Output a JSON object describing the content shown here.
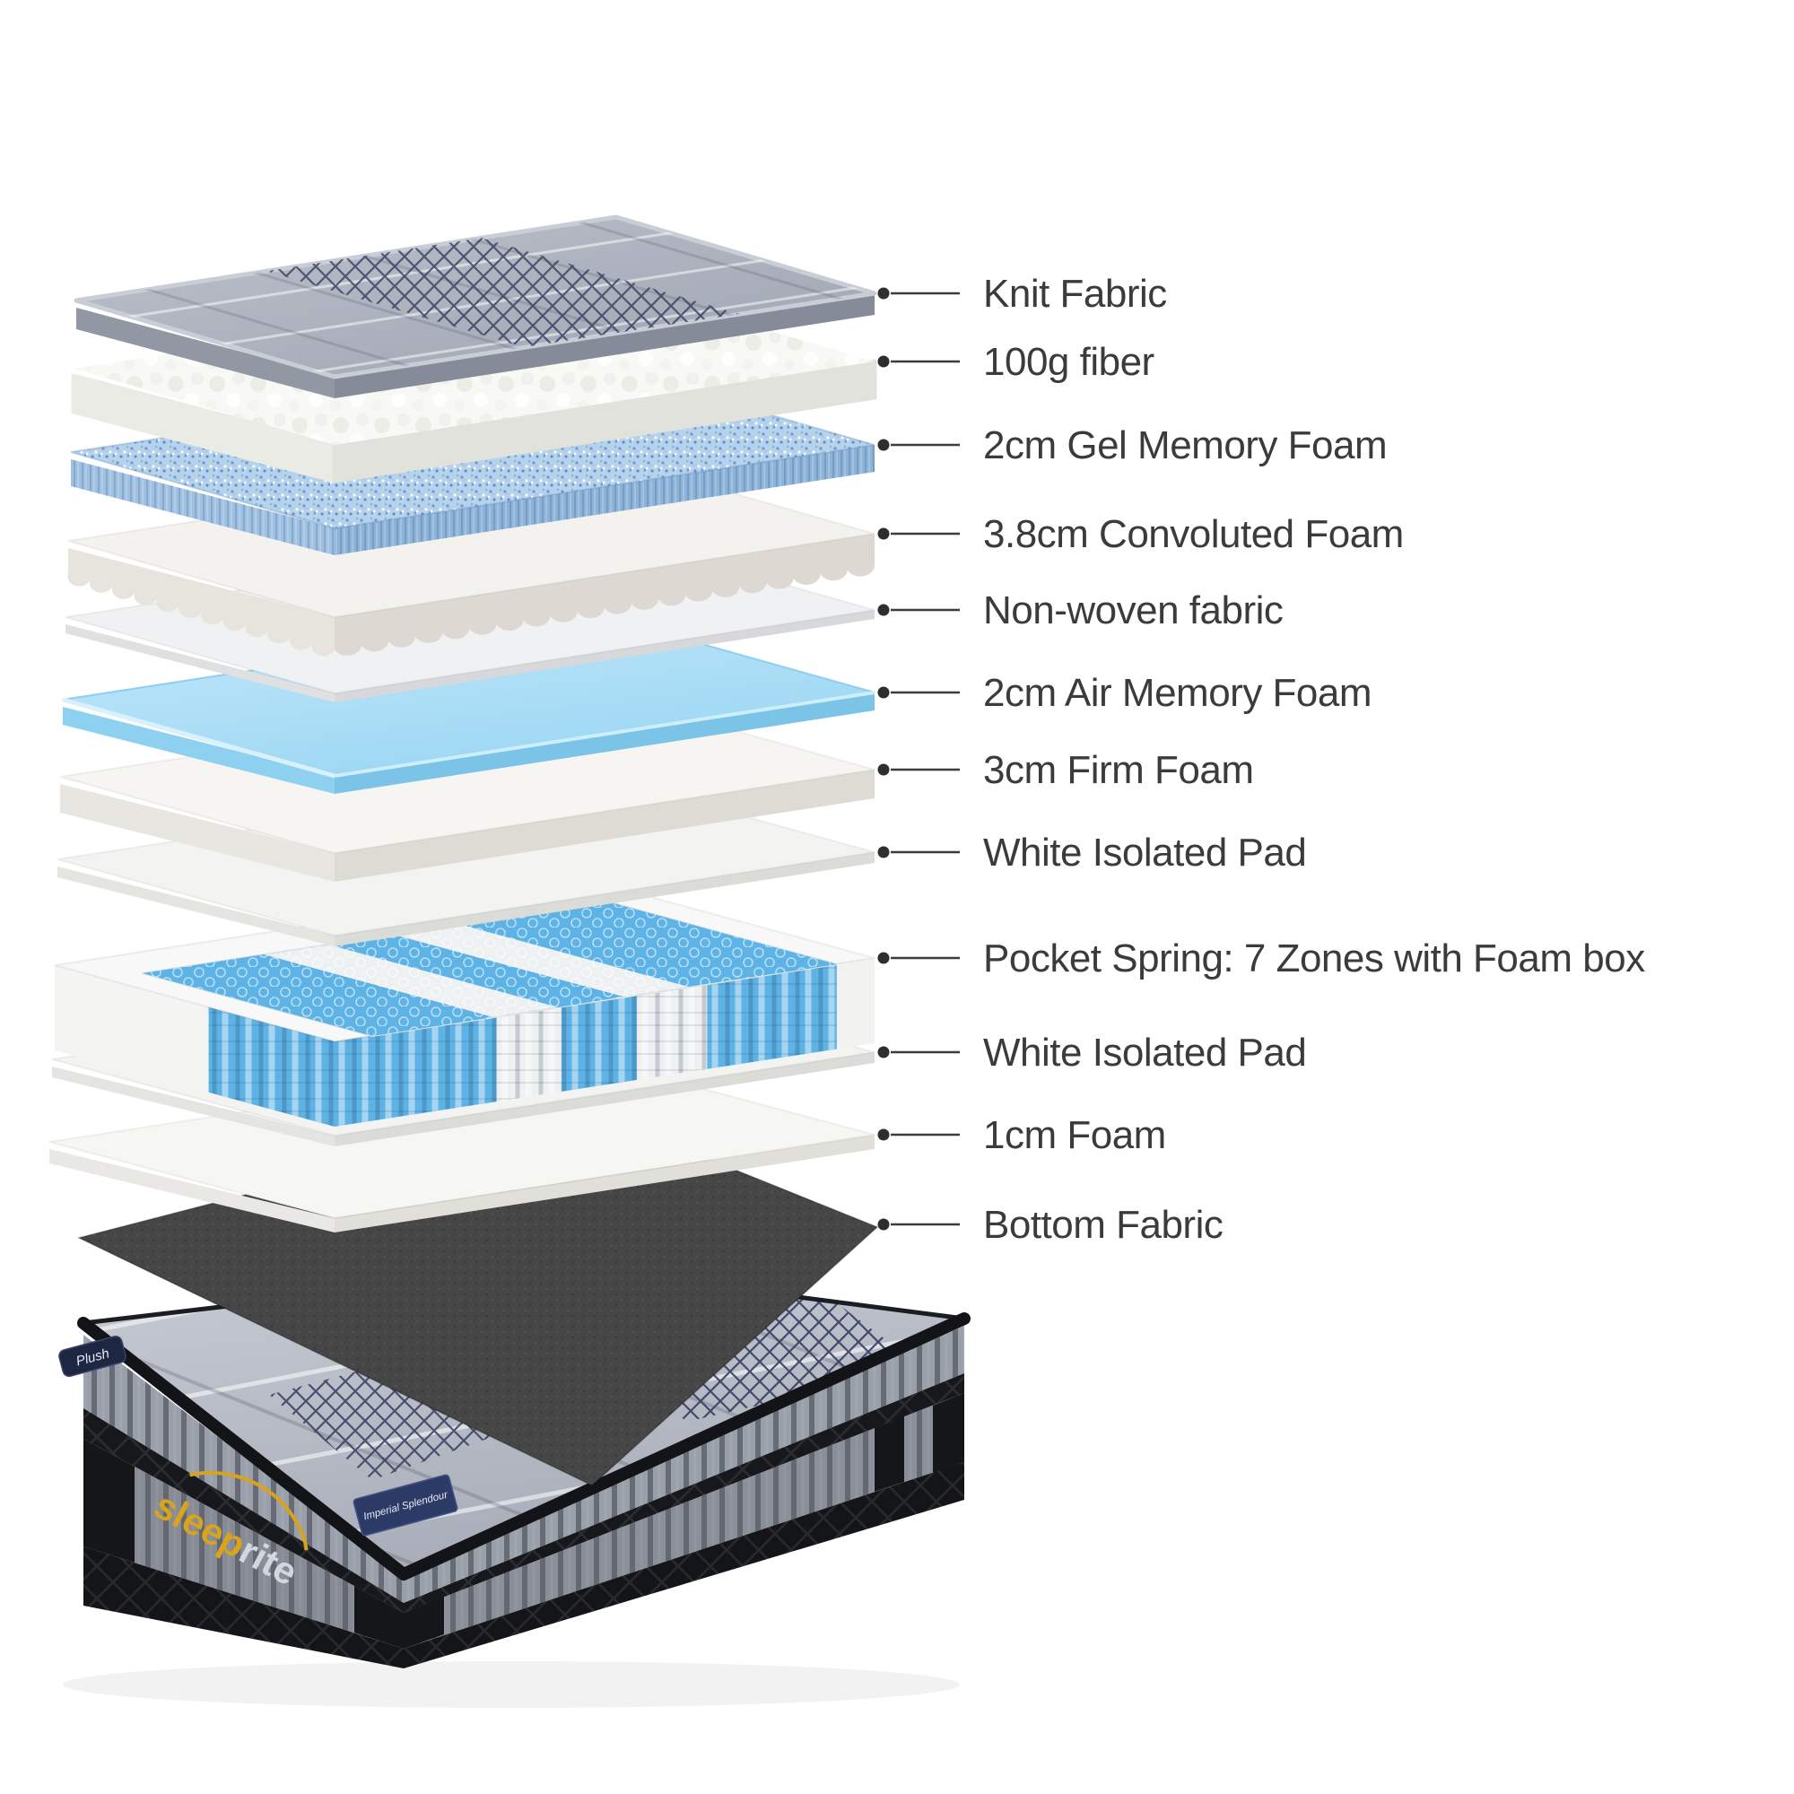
{
  "diagram": {
    "layers": [
      {
        "id": "knit-fabric",
        "label": "Knit Fabric"
      },
      {
        "id": "fiber-100g",
        "label": "100g fiber"
      },
      {
        "id": "gel-memory-foam-2cm",
        "label": "2cm Gel Memory Foam"
      },
      {
        "id": "convoluted-foam-3-8cm",
        "label": "3.8cm Convoluted Foam"
      },
      {
        "id": "non-woven-fabric",
        "label": "Non-woven fabric"
      },
      {
        "id": "air-memory-foam-2cm",
        "label": "2cm Air Memory Foam"
      },
      {
        "id": "firm-foam-3cm",
        "label": "3cm Firm Foam"
      },
      {
        "id": "white-isolated-pad-upper",
        "label": "White Isolated Pad"
      },
      {
        "id": "pocket-spring-7-zones",
        "label": "Pocket Spring: 7 Zones with Foam box"
      },
      {
        "id": "white-isolated-pad-lower",
        "label": "White Isolated Pad"
      },
      {
        "id": "foam-1cm",
        "label": "1cm Foam"
      },
      {
        "id": "bottom-fabric",
        "label": "Bottom Fabric"
      }
    ]
  },
  "product": {
    "brand_first": "sleep",
    "brand_second": "rite",
    "corner_tag_label": "Plush",
    "side_tag_label": "Imperial Splendour"
  },
  "colors": {
    "background": "#ffffff",
    "label_text": "#3b3b3b",
    "leader_line": "#3c3c3c",
    "coil_blue": "#5db3e6",
    "air_memory_foam_blue": "#a9def7",
    "gel_memory_foam_blue": "#b7d3ec",
    "brand_gold": "#d8a31d",
    "tag_navy": "#2c3a66",
    "bottom_fabric_dark": "#464646"
  }
}
